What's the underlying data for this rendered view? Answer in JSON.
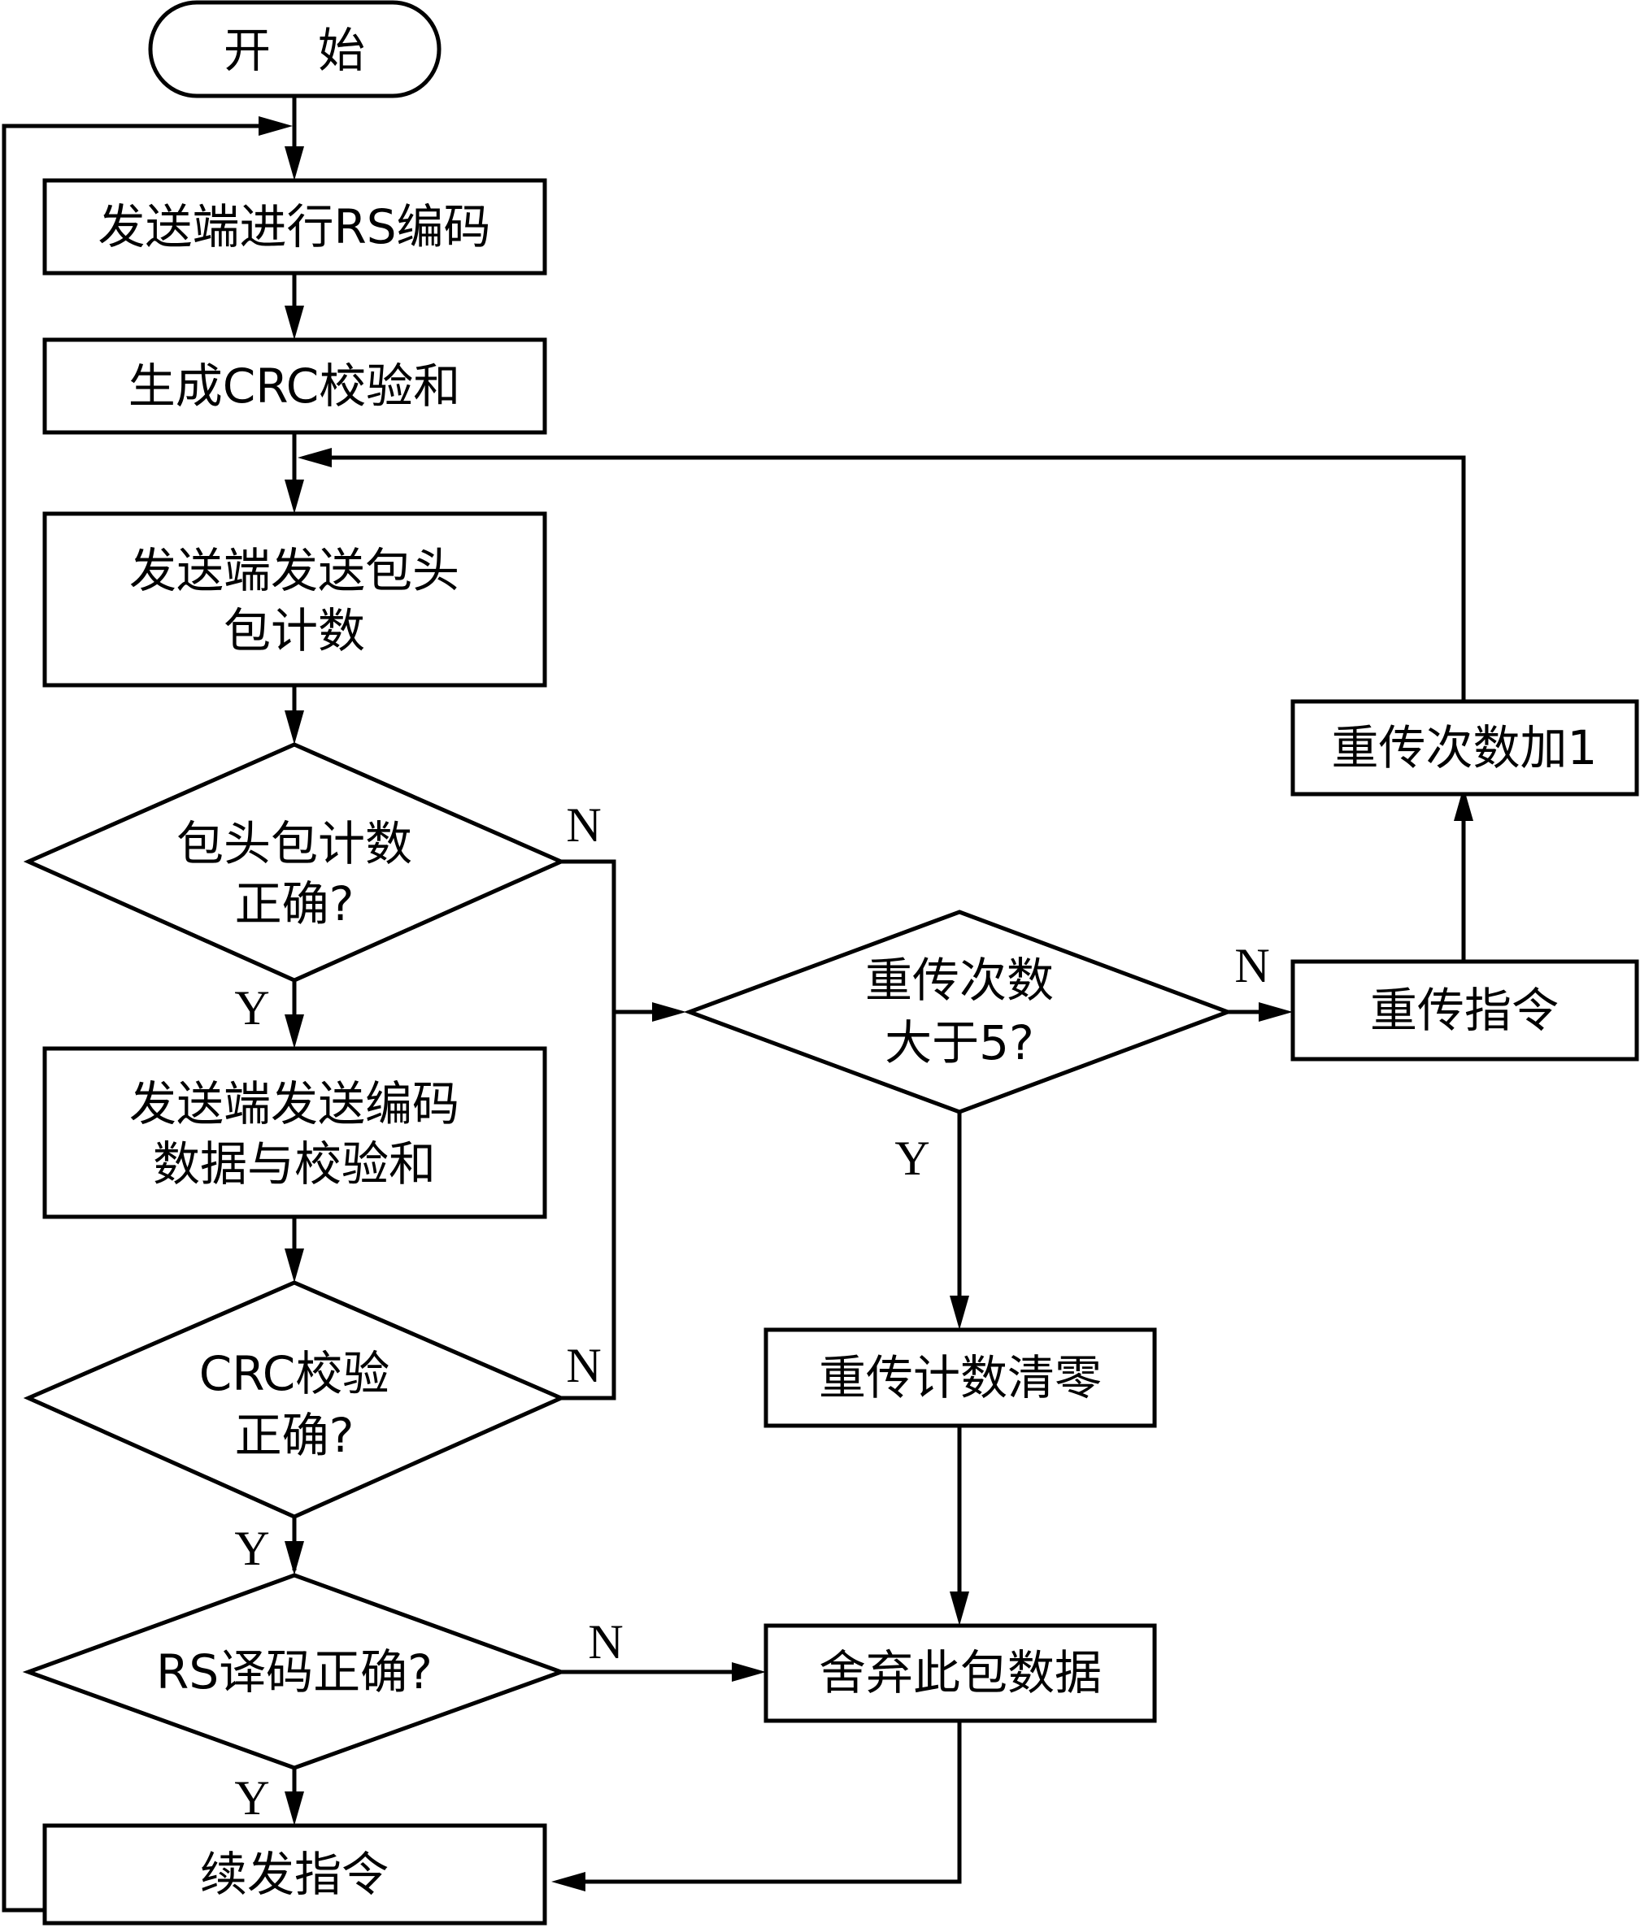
{
  "nodes": {
    "start": "开　始",
    "rs_encode": "发送端进行RS编码",
    "gen_crc": "生成CRC校验和",
    "send_head_1": "发送端发送包头",
    "send_head_2": "包计数",
    "head_ok_1": "包头包计数",
    "head_ok_2": "正确?",
    "send_data_1": "发送端发送编码",
    "send_data_2": "数据与校验和",
    "crc_ok_1": "CRC校验",
    "crc_ok_2": "正确?",
    "rs_ok": "RS译码正确?",
    "continue_cmd": "续发指令",
    "retry_gt5_1": "重传次数",
    "retry_gt5_2": "大于5?",
    "resend_cmd": "重传指令",
    "retry_inc": "重传次数加1",
    "retry_reset": "重传计数清零",
    "discard": "舍弃此包数据"
  },
  "labels": {
    "yes": "Y",
    "no": "N"
  },
  "colors": {
    "stroke": "#000000",
    "fill": "#ffffff"
  }
}
